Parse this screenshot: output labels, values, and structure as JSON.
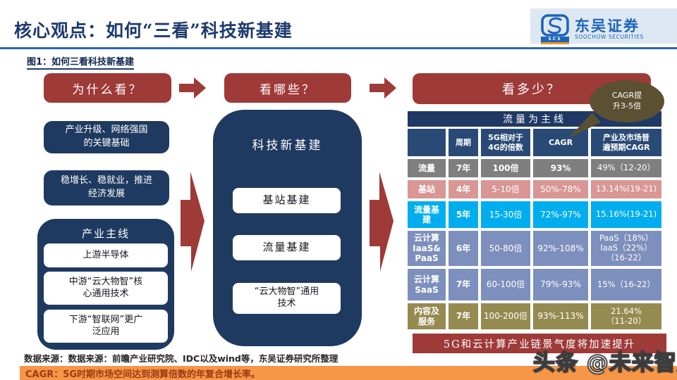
{
  "header": {
    "title": "核心观点：如何“三看”科技新基建",
    "logo": {
      "badge": "SCS",
      "name_cn": "东吴证券",
      "name_en": "SOOCHOW SECURITIES"
    }
  },
  "figure_label": "图1：如何三看科技新基建",
  "why": {
    "title": "为什么看？",
    "points": [
      "产业升级、网络强国\n的关键基础",
      "稳增长、稳就业，推进\n经济发展"
    ],
    "industry": {
      "title": "产业主线",
      "items": [
        "上游半导体",
        "中游“云大物智”核\n心通用技术",
        "下游“智联网”更广\n泛应用"
      ]
    }
  },
  "what": {
    "title": "看哪些？",
    "box_title": "科技新基建",
    "items": [
      "基站基建",
      "流量基建",
      "“云大物智”通用\n技术"
    ]
  },
  "howmuch": {
    "title": "看多少？",
    "bubble": "CAGR提\n升3-5倍",
    "table": {
      "title": "流量为主线",
      "columns": [
        "",
        "周期",
        "5G相对于\n4G的倍数",
        "CAGR",
        "产业及市场普\n遍预期CAGR"
      ],
      "rows": [
        [
          "流量",
          "7年",
          "100倍",
          "93%",
          "49%（12-20）"
        ],
        [
          "基站",
          "4年",
          "5-10倍",
          "50%-78%",
          "13.14%(19-21)"
        ],
        [
          "流量基\n建",
          "5年",
          "15-30倍",
          "72%-97%",
          "15.16%(19-21)"
        ],
        [
          "云计算\nIaaS&\nPaaS",
          "6年",
          "50-80倍",
          "92%-108%",
          "PaaS（18%）\nIaaS（22%）\n（16-22）"
        ],
        [
          "云计算\nSaaS",
          "7年",
          "60-100倍",
          "79%-93%",
          "15%（16-22）"
        ],
        [
          "内容及\n服务",
          "7年",
          "100-200倍",
          "93%-113%",
          "21.64%\n（11-20）"
        ]
      ]
    },
    "conclusion": "5G和云计算产业链景气度将加速提升"
  },
  "footer": {
    "source": "数据来源：数据来源：前瞻产业研究院、IDC以及wind等，东吴证券研究所整理",
    "note": "CAGR：5G时期市场空间达到测算倍数的年复合增长率。"
  },
  "watermark": "头条 @未来智库",
  "colors": {
    "accent_red": "#9e3a38",
    "navy_box": "#1f3a60",
    "table_header": "#2a4a76",
    "table_title_bar": "#1f3864",
    "row_gray": "#7f7f7f",
    "row_pink": "#d89694",
    "row_cyan": "#00aeef",
    "row_slate": "#7d8fbc",
    "row_olive": "#958a50",
    "bubble_olive": "#5b5132",
    "orange_bar": "#f79646",
    "logo_blue": "#1b64b7",
    "title_navy": "#1d3a6e"
  }
}
